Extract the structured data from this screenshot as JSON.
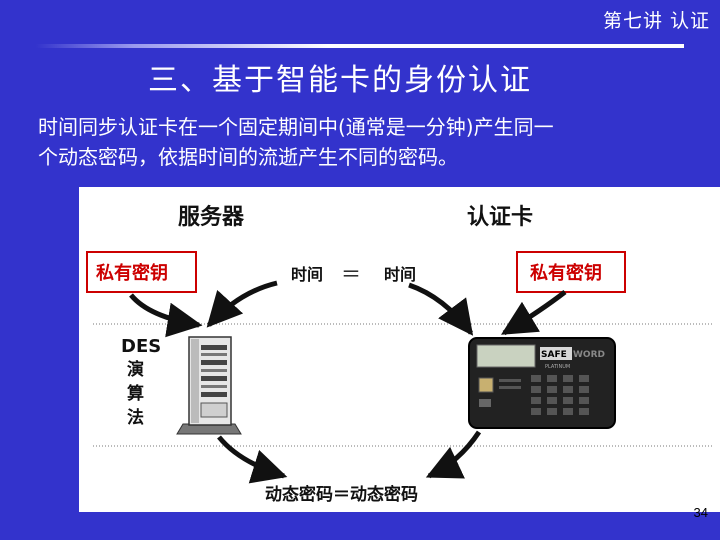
{
  "header": {
    "title": "第七讲 认证"
  },
  "slide": {
    "title": "三、基于智能卡的身份认证",
    "body_line1": "时间同步认证卡在一个固定期间中(通常是一分钟)产生同一",
    "body_line2": "个动态密码，依据时间的流逝产生不同的密码。",
    "page_number": "34"
  },
  "diagram": {
    "server_label": "服务器",
    "card_label": "认证卡",
    "private_key_left": "私有密钥",
    "private_key_right": "私有密钥",
    "time_left": "时间",
    "equals": "＝",
    "time_right": "时间",
    "algo_des": "DES",
    "algo_c1": "演",
    "algo_c2": "算",
    "algo_c3": "法",
    "result": "动态密码＝动态密码",
    "card_brand_a": "SAFE",
    "card_brand_b": "WORD",
    "card_brand_sub": "PLATINUM",
    "colors": {
      "key_border": "#cc0000",
      "key_text": "#cc0000",
      "ink": "#111111"
    }
  }
}
